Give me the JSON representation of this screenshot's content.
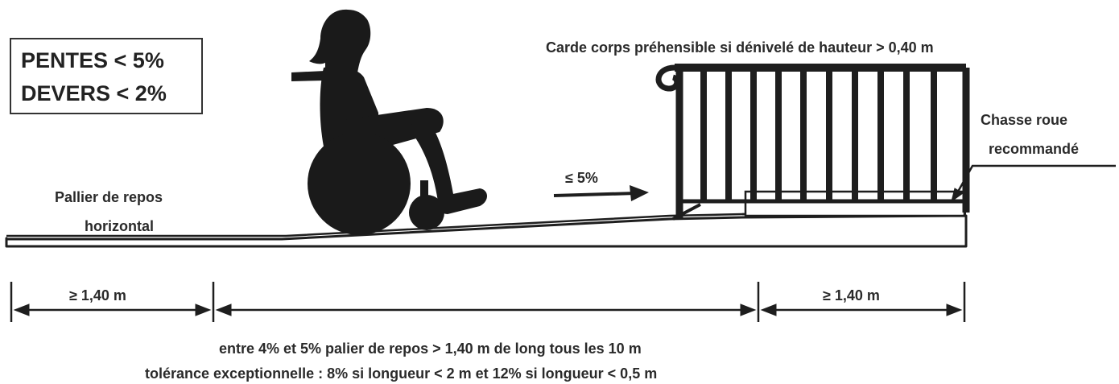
{
  "rules_box": {
    "line1": "PENTES < 5%",
    "line2": "DEVERS < 2%"
  },
  "labels": {
    "railing": "Carde corps préhensible si dénivelé de hauteur > 0,40 m",
    "wheel_guard_line1": "Chasse roue",
    "wheel_guard_line2": "recommandé",
    "rest_line1": "Pallier de repos",
    "rest_line2": "horizontal",
    "slope": "≤ 5%"
  },
  "dimensions": {
    "left": "≥ 1,40 m",
    "right": "≥ 1,40 m"
  },
  "notes": {
    "line1": "entre 4% et 5% palier de repos > 1,40 m de long tous les 10 m",
    "line2": "tolérance exceptionnelle : 8% si longueur < 2 m et 12% si longueur < 0,5 m"
  },
  "colors": {
    "ink": "#1e1e1e",
    "ground": "#ffffff"
  }
}
